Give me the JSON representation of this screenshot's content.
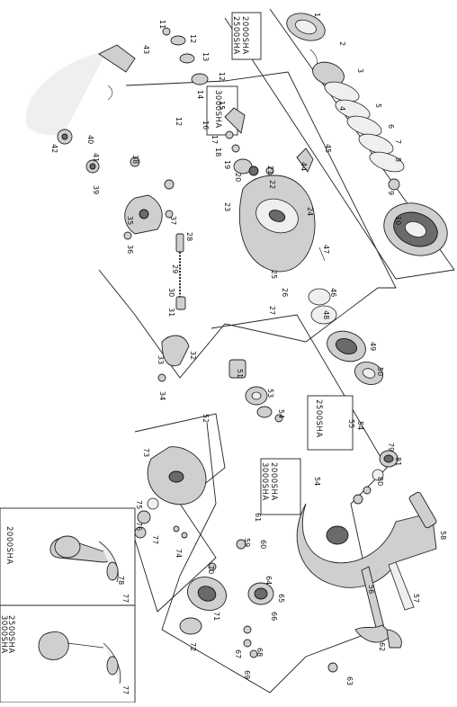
{
  "diagram": {
    "part_numbers": [
      "1",
      "2",
      "3",
      "4",
      "5",
      "6",
      "7",
      "8",
      "9",
      "10",
      "11",
      "12",
      "13",
      "14",
      "15",
      "16",
      "17",
      "18",
      "19",
      "20",
      "21",
      "22",
      "23",
      "24",
      "25",
      "26",
      "27",
      "28",
      "29",
      "30",
      "31",
      "32",
      "33",
      "34",
      "35",
      "36",
      "37",
      "38",
      "39",
      "40",
      "41",
      "42",
      "43",
      "44",
      "45",
      "46",
      "47",
      "48",
      "49",
      "50",
      "51",
      "52",
      "53",
      "54",
      "55",
      "56",
      "57",
      "58",
      "59",
      "60",
      "61",
      "62",
      "63",
      "64",
      "65",
      "66",
      "67",
      "68",
      "69",
      "70",
      "71",
      "72",
      "73",
      "74",
      "75",
      "76",
      "77",
      "78",
      "79",
      "80",
      "81"
    ],
    "model_box_a": {
      "line1": "2000SHA",
      "line2": "2500SHA",
      "part": "12"
    },
    "model_box_b": {
      "line1": "3000SHA",
      "part": "12"
    },
    "model_box_c": {
      "line1": "2500SHA",
      "part": "54"
    },
    "model_box_d": {
      "line1": "2000SHA",
      "line2": "3000SHA",
      "part": "54"
    },
    "handle_panel_left": {
      "model": "2000SHA",
      "part": "77"
    },
    "handle_panel_right": {
      "model_line1": "2500SHA",
      "model_line2": "3000SHA",
      "part": "77"
    }
  }
}
